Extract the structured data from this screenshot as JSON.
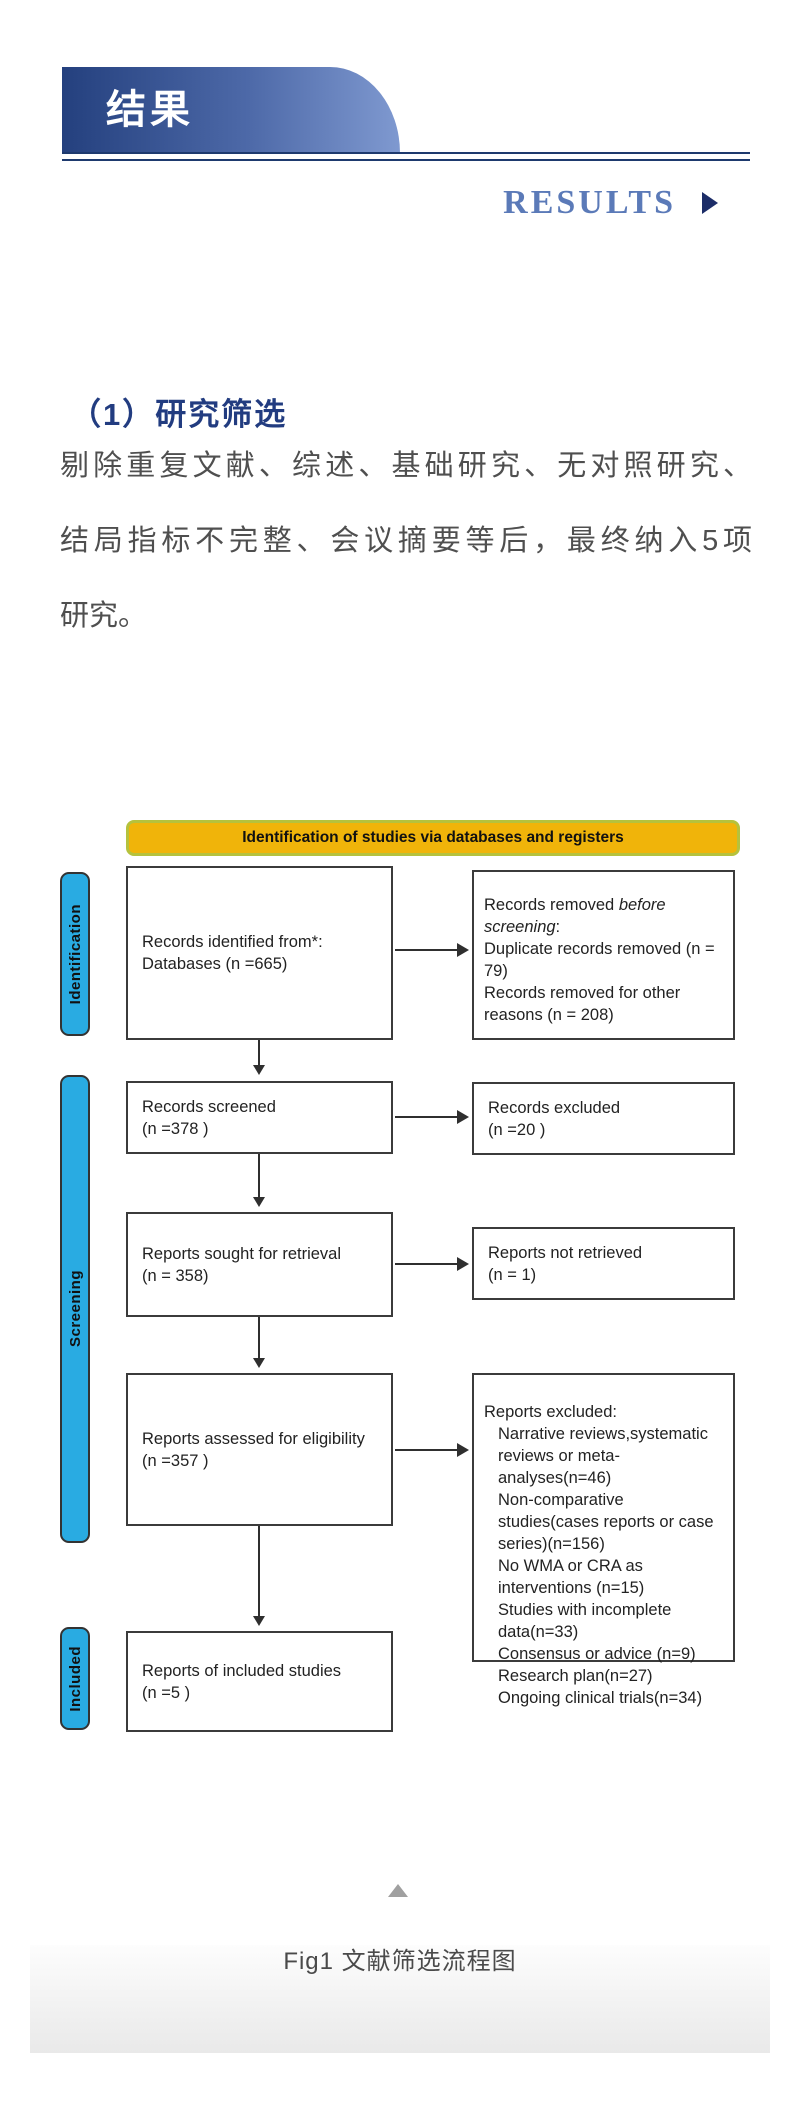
{
  "header": {
    "banner_zh": "结果",
    "banner_en": "RESULTS"
  },
  "section": {
    "heading": "（1）研究筛选",
    "body_lines": [
      "剔除重复文献、综述、基础研究、无对照研究、",
      "结局指标不完整、会议摘要等后，最终纳入5项",
      "研究。"
    ]
  },
  "flowchart": {
    "title": "Identification of studies via databases and registers",
    "stages": {
      "identification": "Identification",
      "screening": "Screening",
      "included": "Included"
    },
    "boxes": {
      "identified": {
        "line1": "Records identified from*:",
        "line2": "Databases (n =665)"
      },
      "removed": {
        "intro_plain": "Records removed ",
        "intro_italic": "before screening",
        "intro_colon": ":",
        "items": [
          "Duplicate records removed  (n = 79)",
          "Records removed for other reasons (n = 208)"
        ]
      },
      "screened": {
        "line1": "Records screened",
        "line2": "(n =378 )"
      },
      "records_excluded": {
        "line1": "Records excluded",
        "line2": "(n =20 )"
      },
      "sought": {
        "line1": "Reports sought for retrieval",
        "line2": "(n = 358)"
      },
      "not_retrieved": {
        "line1": "Reports not retrieved",
        "line2": "(n = 1)"
      },
      "assessed": {
        "line1": "Reports assessed for eligibility",
        "line2": "(n =357 )"
      },
      "reports_excluded": {
        "heading": "Reports excluded:",
        "items": [
          "Narrative reviews,systematic reviews or meta-analyses(n=46)",
          "Non-comparative studies(cases reports or case series)(n=156)",
          "No WMA or CRA as interventions (n=15)",
          "Studies with incomplete data(n=33)",
          "Consensus or advice (n=9)",
          "Research plan(n=27)",
          "Ongoing clinical trials(n=34)"
        ]
      },
      "included_reports": {
        "line1": "Reports of included studies",
        "line2": "(n =5 )"
      }
    }
  },
  "figure": {
    "caption": "Fig1 文献筛选流程图"
  },
  "colors": {
    "banner_gradient_start": "#24407e",
    "banner_gradient_end": "#7f99d0",
    "rule_navy": "#1e3a6e",
    "results_blue": "#5b7ab8",
    "arrow_navy": "#1c2d68",
    "heading_blue": "#223c80",
    "body_gray": "#4f4f4f",
    "stage_cyan": "#29abe2",
    "flow_title_gold": "#f0b40a",
    "flow_title_border": "#b5c23d",
    "box_border": "#3b3b3b",
    "caption_gray": "#4a4a4a"
  }
}
